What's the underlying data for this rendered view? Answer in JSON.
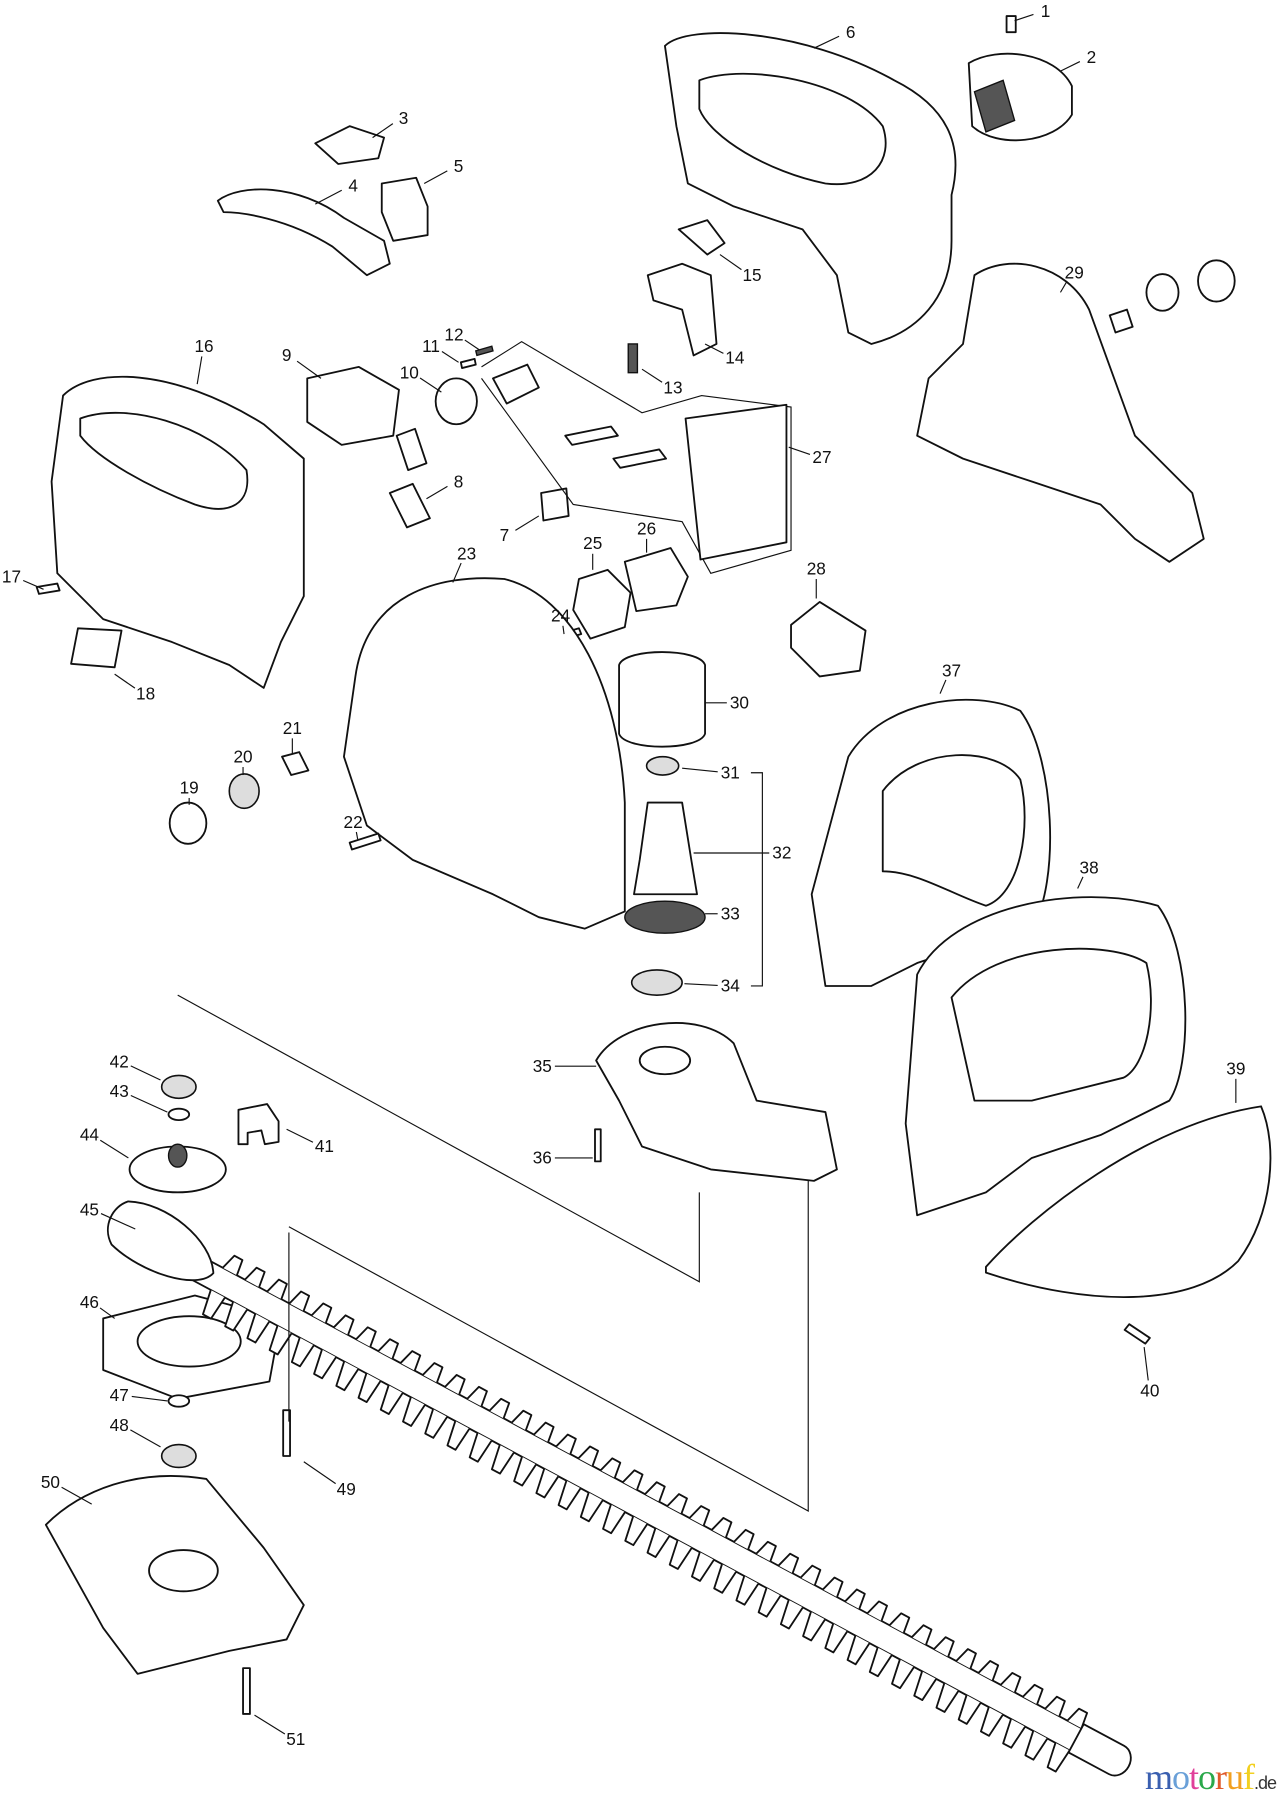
{
  "diagram": {
    "part_numbers": [
      "1",
      "2",
      "3",
      "4",
      "5",
      "6",
      "7",
      "8",
      "9",
      "10",
      "11",
      "12",
      "13",
      "14",
      "15",
      "16",
      "17",
      "18",
      "19",
      "20",
      "21",
      "22",
      "23",
      "24",
      "25",
      "26",
      "27",
      "28",
      "29",
      "30",
      "31",
      "32",
      "33",
      "34",
      "35",
      "36",
      "37",
      "38",
      "39",
      "40",
      "41",
      "42",
      "43",
      "44",
      "45",
      "46",
      "47",
      "48",
      "49",
      "50",
      "51"
    ]
  },
  "watermark": {
    "text": "motoruf",
    "suffix": ".de",
    "letter_colors": [
      "#3a5fb0",
      "#6aa0d8",
      "#e0409a",
      "#2aa84a",
      "#e05a2a",
      "#f2a020",
      "#f2d020"
    ]
  }
}
